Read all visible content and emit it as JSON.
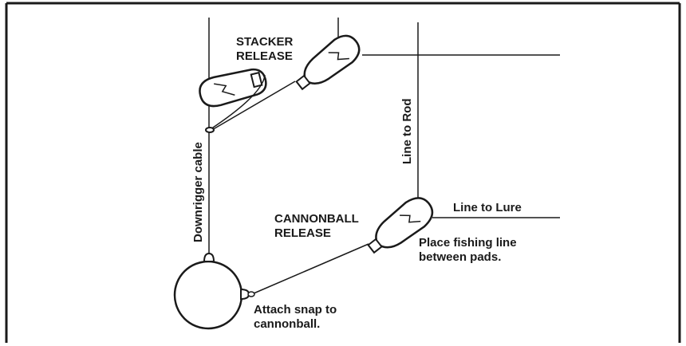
{
  "labels": {
    "stacker_release": "STACKER\nRELEASE",
    "cannonball_release": "CANNONBALL\nRELEASE",
    "downrigger_cable": "Downrigger cable",
    "line_to_rod": "Line to Rod",
    "line_to_lure": "Line to Lure",
    "place_fishing_line": "Place fishing line\nbetween pads.",
    "attach_snap": "Attach snap to\ncannonball."
  },
  "colors": {
    "ink": "#1a1a1a",
    "background": "#ffffff"
  }
}
